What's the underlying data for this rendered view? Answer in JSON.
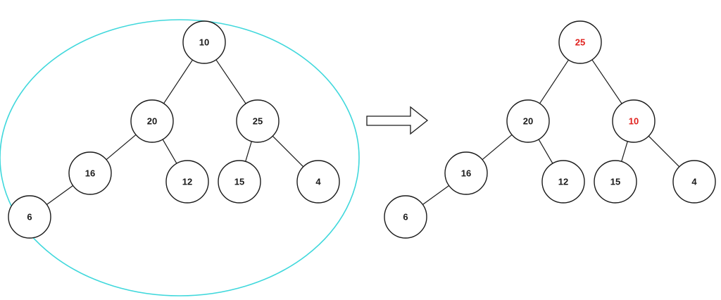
{
  "colors": {
    "text": "#1a1a1a",
    "highlight": "#e0201c",
    "selection_ellipse": "#40d8dc"
  },
  "trees": [
    {
      "name": "before",
      "nodes": [
        {
          "id": "n10",
          "label": "10",
          "color": "#1a1a1a"
        },
        {
          "id": "n20",
          "label": "20",
          "color": "#1a1a1a"
        },
        {
          "id": "n25",
          "label": "25",
          "color": "#1a1a1a"
        },
        {
          "id": "n16",
          "label": "16",
          "color": "#1a1a1a"
        },
        {
          "id": "n12",
          "label": "12",
          "color": "#1a1a1a"
        },
        {
          "id": "n15",
          "label": "15",
          "color": "#1a1a1a"
        },
        {
          "id": "n4",
          "label": "4",
          "color": "#1a1a1a"
        },
        {
          "id": "n6",
          "label": "6",
          "color": "#1a1a1a"
        }
      ],
      "edges": [
        [
          "n10",
          "n20"
        ],
        [
          "n10",
          "n25"
        ],
        [
          "n20",
          "n16"
        ],
        [
          "n20",
          "n12"
        ],
        [
          "n25",
          "n15"
        ],
        [
          "n25",
          "n4"
        ],
        [
          "n16",
          "n6"
        ]
      ]
    },
    {
      "name": "after",
      "nodes": [
        {
          "id": "m25",
          "label": "25",
          "color": "#e0201c"
        },
        {
          "id": "m20",
          "label": "20",
          "color": "#1a1a1a"
        },
        {
          "id": "m10",
          "label": "10",
          "color": "#e0201c"
        },
        {
          "id": "m16",
          "label": "16",
          "color": "#1a1a1a"
        },
        {
          "id": "m12",
          "label": "12",
          "color": "#1a1a1a"
        },
        {
          "id": "m15",
          "label": "15",
          "color": "#1a1a1a"
        },
        {
          "id": "m4",
          "label": "4",
          "color": "#1a1a1a"
        },
        {
          "id": "m6",
          "label": "6",
          "color": "#1a1a1a"
        }
      ],
      "edges": [
        [
          "m25",
          "m20"
        ],
        [
          "m25",
          "m10"
        ],
        [
          "m20",
          "m16"
        ],
        [
          "m20",
          "m12"
        ],
        [
          "m10",
          "m15"
        ],
        [
          "m10",
          "m4"
        ],
        [
          "m16",
          "m6"
        ]
      ]
    }
  ]
}
